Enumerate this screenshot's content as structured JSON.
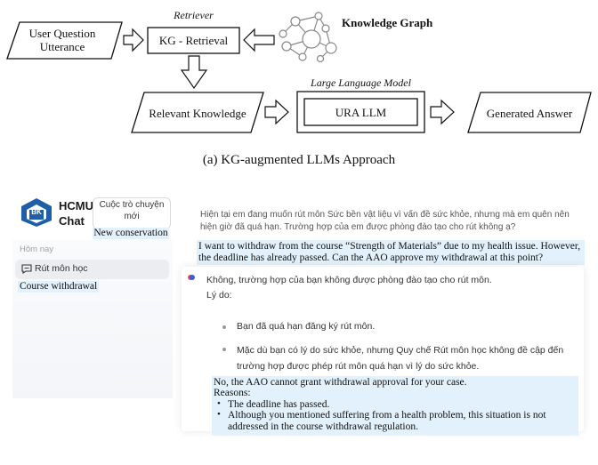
{
  "diagram": {
    "retriever_label": "Retriever",
    "input_box": "User Question Utterance",
    "kg_retrieval": "KG - Retrieval",
    "knowledge_graph_label": "Knowledge Graph",
    "llm_label": "Large Language Model",
    "relevant_knowledge": "Relevant Knowledge",
    "ura_llm": "URA LLM",
    "generated_answer": "Generated Answer",
    "caption": "(a)  KG-augmented LLMs Approach"
  },
  "chat": {
    "logo_text": "BK",
    "brand_line1": "HCMUT",
    "brand_line2": "Chat",
    "new_chat_button": "Cuộc trò chuyện mới",
    "new_chat_gloss": "New conservation",
    "section_today": "Hôm nay",
    "history_item": "Rút môn học",
    "history_gloss": "Course withdrawal",
    "user_message": "Hiện tại em đang muốn rút môn Sức bền vật liệu vì vấn đề sức khỏe, nhưng mà em quên nên hiện giờ đã quá hạn. Trường hợp của em được phòng đào tạo cho rút không ạ?",
    "user_gloss": "I want to withdraw from the course “Strength of Materials” due to my health issue. However, the deadline has already passed. Can the AAO approve my withdrawal at this point?",
    "bot_line1": "Không, trường hợp của bạn không được phòng đào tạo cho rút môn.",
    "bot_line2": "Lý do:",
    "bot_bullet1": "Bạn đã quá hạn đăng ký rút môn.",
    "bot_bullet2": "Mặc dù bạn có lý do sức khỏe, nhưng Quy chế Rút môn học không đề cập đến trường hợp được phép rút môn quá hạn vì lý do sức khỏe.",
    "bot_gloss_line1": "No, the AAO cannot grant withdrawal approval for your case.",
    "bot_gloss_line2": "Reasons:",
    "bot_gloss_bullet1": "The deadline has passed.",
    "bot_gloss_bullet2": "Although you mentioned suffering from a health problem, this situation is not addressed in the course withdrawal regulation."
  },
  "colors": {
    "gloss_bg": "#e2f1fb",
    "logo_blue": "#1f5fa8",
    "dot": "#3b5bdb"
  }
}
